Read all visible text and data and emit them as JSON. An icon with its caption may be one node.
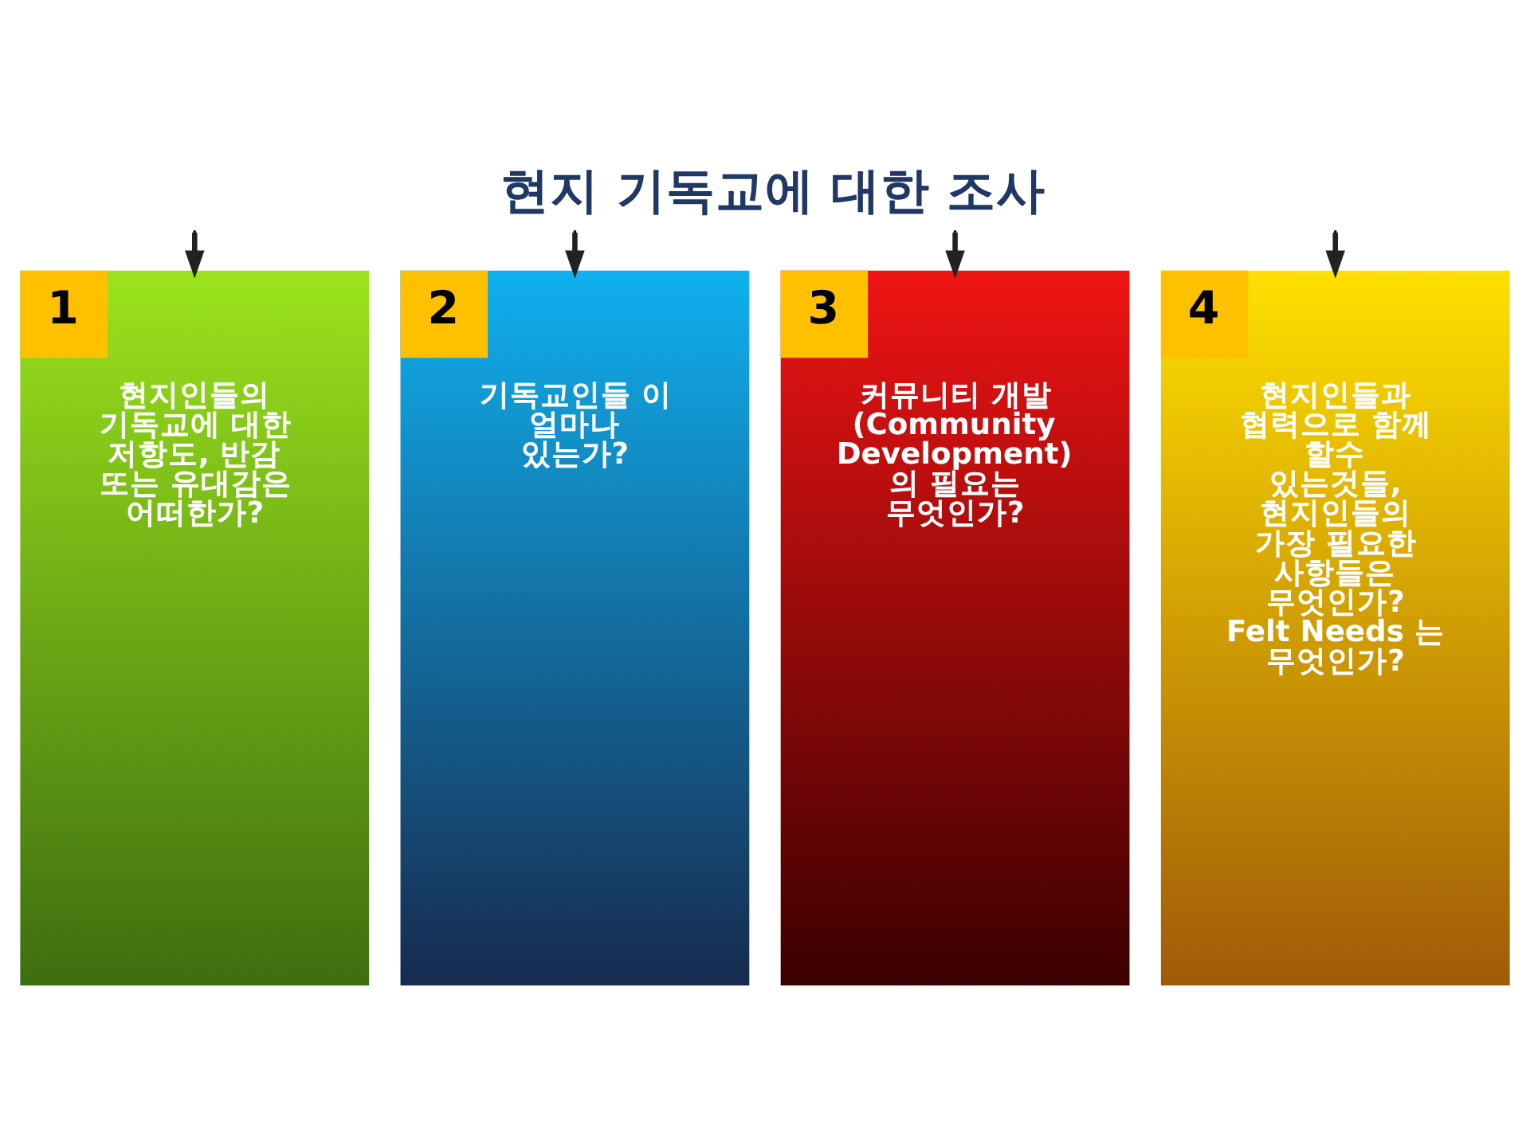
{
  "diagram": {
    "title": "현지 기독교에 대한 조사",
    "nodes": [
      {
        "text": [
          "1",
          "현지인들의 기독교에 대한 저항도, 반감 또는 유대감은 어떠한가?"
        ]
      },
      {
        "text": [
          "2",
          "기독교인들 이 얼마나 있는가?"
        ]
      },
      {
        "text": [
          "3",
          "커뮤니티 개발 (Community Development) 의 필요는 무엇인가?"
        ]
      },
      {
        "text": [
          "4",
          "현지인들과 협력으로 함께 할수 있는것들, 현지인들의 가장 필요한 사항들은 무엇인가? Felt Needs 는 무엇인가?"
        ]
      }
    ],
    "edges": [
      {
        "from": null,
        "to": 0,
        "arrow": "to"
      },
      {
        "from": null,
        "to": 1,
        "arrow": "to"
      },
      {
        "from": null,
        "to": 2,
        "arrow": "to"
      },
      {
        "from": null,
        "to": 3,
        "arrow": "to"
      }
    ]
  }
}
